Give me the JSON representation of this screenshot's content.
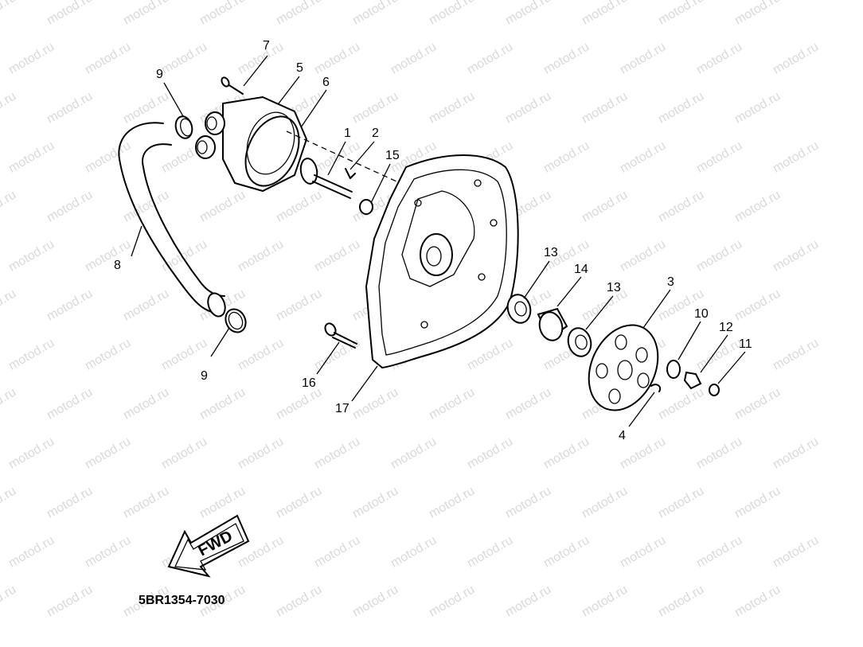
{
  "watermark": "motod.ru",
  "diagram_code": "5BR1354-7030",
  "direction_label": "FWD",
  "callouts": [
    "1",
    "2",
    "3",
    "4",
    "5",
    "6",
    "7",
    "8",
    "9",
    "9",
    "10",
    "11",
    "12",
    "13",
    "13",
    "14",
    "15",
    "16",
    "17"
  ]
}
